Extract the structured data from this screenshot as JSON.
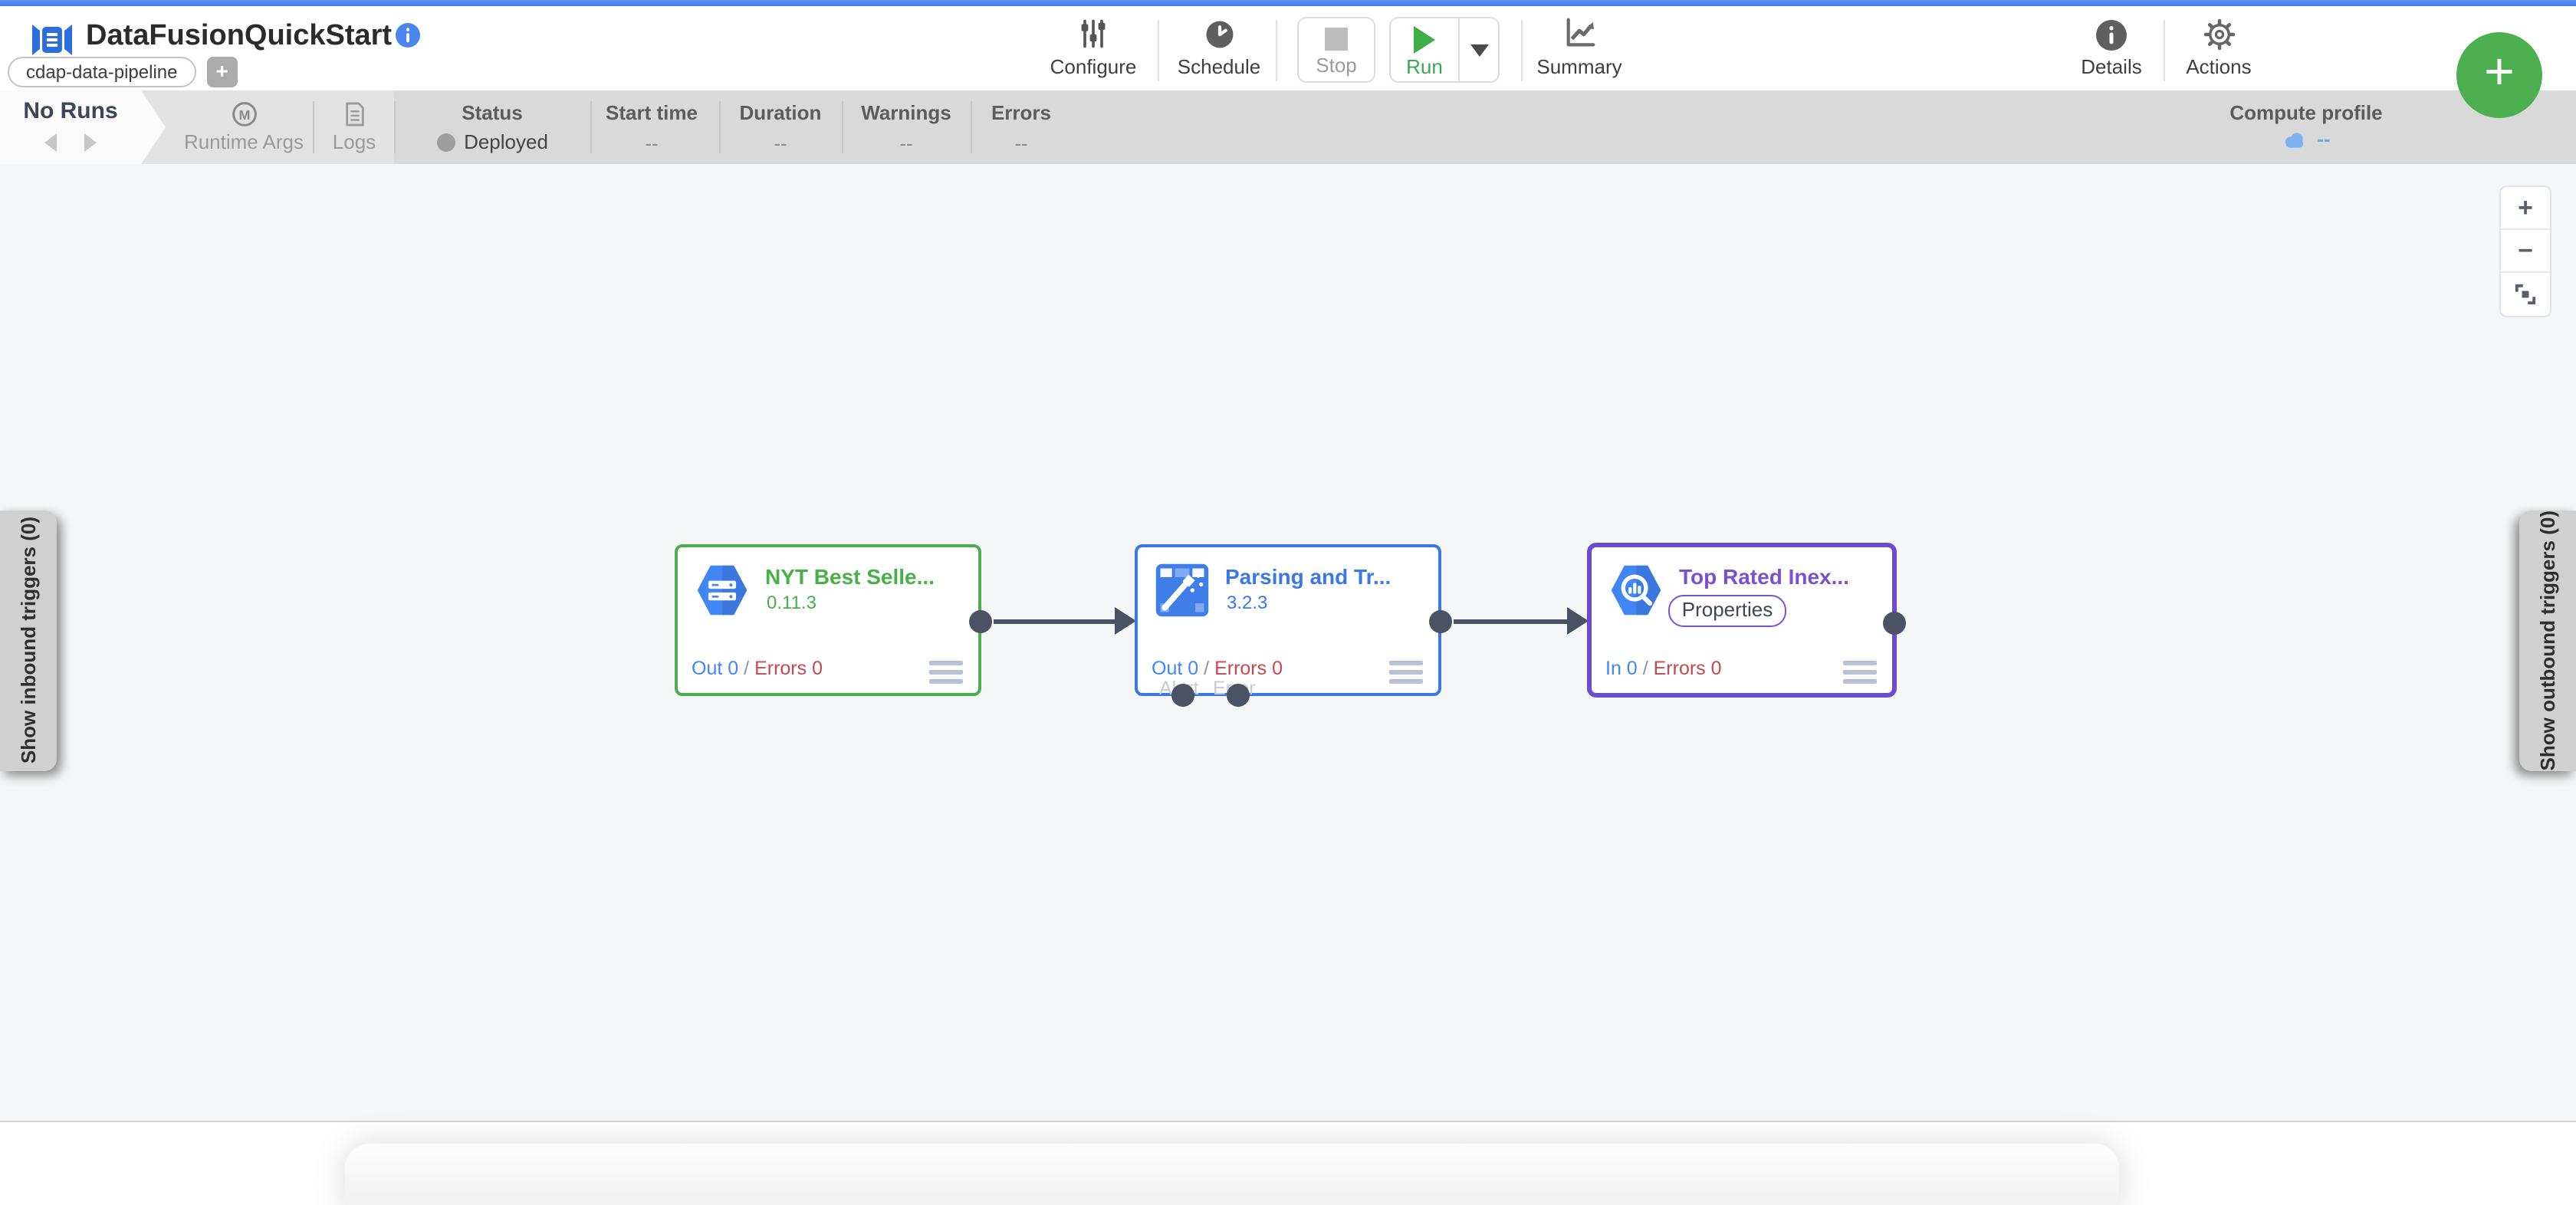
{
  "colors": {
    "top_strip_blue": "#4285f4",
    "fab_green": "#4caf50",
    "run_green": "#3aa655",
    "node_source_accent": "#4cae4c",
    "node_transform_accent": "#3b77e6",
    "node_sink_accent": "#6a4cd1",
    "metric_out_blue": "#4285f4",
    "metric_errors_red": "#c5484f",
    "port_dark": "#4a5263",
    "cloud_blue": "#7bb2f0",
    "status_dot_gray": "#9e9e9e"
  },
  "header": {
    "title": "DataFusionQuickStart",
    "tag": "cdap-data-pipeline",
    "add_tag_label": "+",
    "toolbar": {
      "configure": "Configure",
      "schedule": "Schedule",
      "stop": "Stop",
      "run": "Run",
      "summary": "Summary",
      "details": "Details",
      "actions": "Actions"
    },
    "fab_label": "+"
  },
  "runbar": {
    "runs_label": "No Runs",
    "runtime_args_label": "Runtime Args",
    "logs_label": "Logs",
    "status_label": "Status",
    "status_value": "Deployed",
    "start_time_label": "Start time",
    "start_time_value": "--",
    "duration_label": "Duration",
    "duration_value": "--",
    "warnings_label": "Warnings",
    "warnings_value": "--",
    "errors_label": "Errors",
    "errors_value": "--",
    "compute_profile_label": "Compute profile",
    "compute_profile_value": "--"
  },
  "canvas": {
    "left_tab_label": "Show inbound triggers (0)",
    "right_tab_label": "Show outbound triggers (0)",
    "zoom_in_label": "+",
    "zoom_out_label": "−",
    "nodes": [
      {
        "title": "NYT Best Selle...",
        "version": "0.11.3",
        "count": "Out 0",
        "sep": "/",
        "errors": "Errors 0"
      },
      {
        "title": "Parsing and Tr...",
        "version": "3.2.3",
        "count": "Out 0",
        "sep": "/",
        "errors": "Errors 0",
        "alert_port_label": "Alert",
        "error_port_label": "Error"
      },
      {
        "title": "Top Rated Inex...",
        "properties_label": "Properties",
        "count": "In 0",
        "sep": "/",
        "errors": "Errors 0"
      }
    ]
  }
}
